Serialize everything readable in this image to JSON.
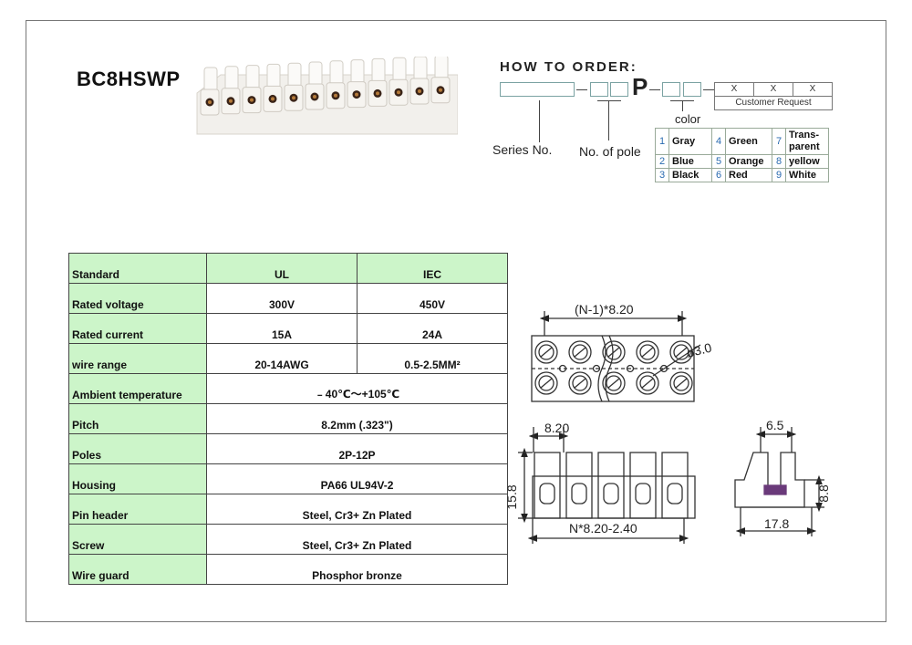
{
  "product": {
    "model": "BC8HSWP"
  },
  "how_to_order": {
    "title": "HOW TO ORDER:",
    "p_char": "P",
    "series_label": "Series No.",
    "pole_label": "No. of pole",
    "color_label": "color",
    "customer_marks": [
      "X",
      "X",
      "X"
    ],
    "customer_request": "Customer Request",
    "colors": [
      [
        {
          "n": "1",
          "name": "Gray"
        },
        {
          "n": "4",
          "name": "Green"
        },
        {
          "n": "7",
          "name": "Trans-\nparent"
        }
      ],
      [
        {
          "n": "2",
          "name": "Blue"
        },
        {
          "n": "5",
          "name": "Orange"
        },
        {
          "n": "8",
          "name": "yellow"
        }
      ],
      [
        {
          "n": "3",
          "name": "Black"
        },
        {
          "n": "6",
          "name": "Red"
        },
        {
          "n": "9",
          "name": "White"
        }
      ]
    ]
  },
  "spec": {
    "header": {
      "label": "Standard",
      "ul": "UL",
      "iec": "IEC"
    },
    "rows_split": [
      {
        "label": "Rated voltage",
        "ul": "300V",
        "iec": "450V"
      },
      {
        "label": "Rated current",
        "ul": "15A",
        "iec": "24A"
      },
      {
        "label": "wire range",
        "ul": "20-14AWG",
        "iec": "0.5-2.5MM²"
      }
    ],
    "rows_merged": [
      {
        "label": "Ambient temperature",
        "value": "﹣40℃～+105℃"
      },
      {
        "label": "Pitch",
        "value": "8.2mm (.323\")"
      },
      {
        "label": "Poles",
        "value": "2P-12P"
      },
      {
        "label": "Housing",
        "value": "PA66  UL94V-2"
      },
      {
        "label": "Pin header",
        "value": "Steel, Cr3+ Zn Plated"
      },
      {
        "label": "Screw",
        "value": "Steel, Cr3+ Zn Plated"
      },
      {
        "label": "Wire guard",
        "value": "Phosphor bronze"
      }
    ]
  },
  "drawing": {
    "top_dim": "(N-1)*8.20",
    "hole_dim": "ø3.0",
    "pitch_dim": "8.20",
    "height_dim": "15.8",
    "bottom_dim": "N*8.20-2.40",
    "side_top_dim": "6.5",
    "side_height_dim": "8.8",
    "side_width_dim": "17.8"
  }
}
